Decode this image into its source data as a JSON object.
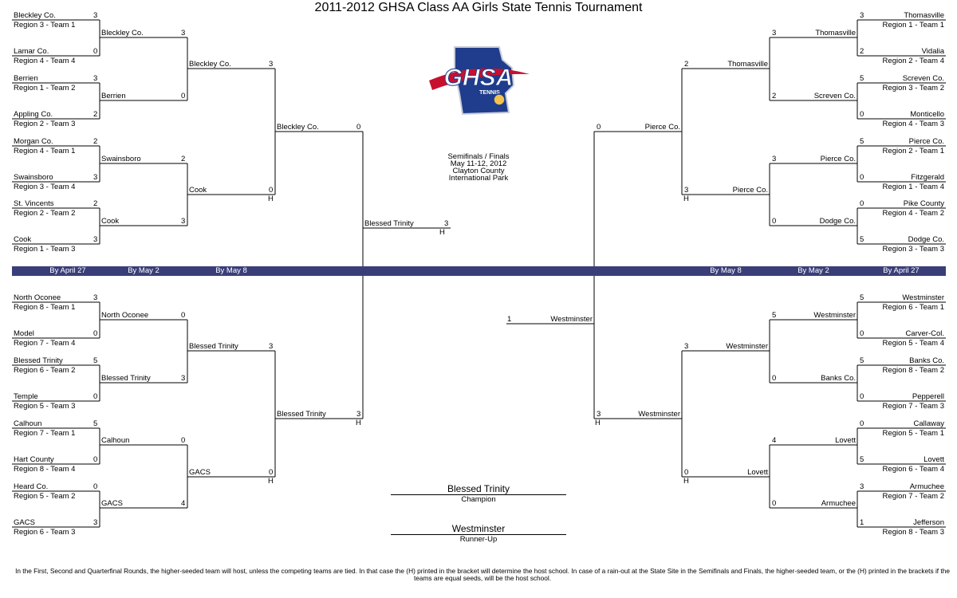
{
  "title": "2011-2012 GHSA Class AA Girls State Tennis Tournament",
  "logo": {
    "text": "GHSA",
    "subtext": "TENNIS",
    "primary_color": "#1f3d8c",
    "accent_color": "#c8102e",
    "gold_color": "#f2c14e"
  },
  "semifinals_info": [
    "Semifinals / Finals",
    "May 11-12, 2012",
    "Clayton County",
    "International Park"
  ],
  "dates_band": {
    "left": [
      "By April 27",
      "By May 2",
      "By May 8"
    ],
    "right": [
      "By May 8",
      "By May 2",
      "By April 27"
    ]
  },
  "host_mark": "H",
  "left_top": {
    "r1": [
      {
        "team": "Bleckley Co.",
        "seed": "Region 3 - Team 1",
        "score": "3"
      },
      {
        "team": "Lamar Co.",
        "seed": "Region 4 - Team 4",
        "score": "0"
      },
      {
        "team": "Berrien",
        "seed": "Region 1 - Team 2",
        "score": "3"
      },
      {
        "team": "Appling Co.",
        "seed": "Region 2 - Team 3",
        "score": "2"
      },
      {
        "team": "Morgan Co.",
        "seed": "Region 4 - Team 1",
        "score": "2"
      },
      {
        "team": "Swainsboro",
        "seed": "Region 3 - Team 4",
        "score": "3"
      },
      {
        "team": "St. Vincents",
        "seed": "Region 2 - Team 2",
        "score": "2"
      },
      {
        "team": "Cook",
        "seed": "Region 1 - Team 3",
        "score": "3"
      }
    ],
    "r2": [
      {
        "team": "Bleckley Co.",
        "score": "3"
      },
      {
        "team": "Berrien",
        "score": "0"
      },
      {
        "team": "Swainsboro",
        "score": "2"
      },
      {
        "team": "Cook",
        "score": "3"
      }
    ],
    "qf": [
      {
        "team": "Bleckley Co.",
        "score": "3"
      },
      {
        "team": "Cook",
        "score": "0"
      }
    ],
    "sf": {
      "team": "Bleckley Co.",
      "score": "0"
    }
  },
  "left_bottom": {
    "r1": [
      {
        "team": "North Oconee",
        "seed": "Region 8 - Team 1",
        "score": "3"
      },
      {
        "team": "Model",
        "seed": "Region 7 - Team 4",
        "score": "0"
      },
      {
        "team": "Blessed Trinity",
        "seed": "Region 6 - Team 2",
        "score": "5"
      },
      {
        "team": "Temple",
        "seed": "Region 5 - Team 3",
        "score": "0"
      },
      {
        "team": "Calhoun",
        "seed": "Region 7 - Team 1",
        "score": "5"
      },
      {
        "team": "Hart County",
        "seed": "Region 8 - Team 4",
        "score": "0"
      },
      {
        "team": "Heard Co.",
        "seed": "Region 5 - Team 2",
        "score": "0"
      },
      {
        "team": "GACS",
        "seed": "Region 6 - Team 3",
        "score": "3"
      }
    ],
    "r2": [
      {
        "team": "North Oconee",
        "score": "0"
      },
      {
        "team": "Blessed Trinity",
        "score": "3"
      },
      {
        "team": "Calhoun",
        "score": "0"
      },
      {
        "team": "GACS",
        "score": "4"
      }
    ],
    "qf": [
      {
        "team": "Blessed Trinity",
        "score": "3"
      },
      {
        "team": "GACS",
        "score": "0"
      }
    ],
    "sf": {
      "team": "Blessed Trinity",
      "score": "3"
    }
  },
  "right_top": {
    "r1": [
      {
        "team": "Thomasville",
        "seed": "Region 1 - Team 1",
        "score": "3"
      },
      {
        "team": "Vidalia",
        "seed": "Region 2 - Team 4",
        "score": "2"
      },
      {
        "team": "Screven Co.",
        "seed": "Region 3 - Team 2",
        "score": "5"
      },
      {
        "team": "Monticello",
        "seed": "Region 4 - Team 3",
        "score": "0"
      },
      {
        "team": "Pierce Co.",
        "seed": "Region 2 - Team 1",
        "score": "5"
      },
      {
        "team": "Fitzgerald",
        "seed": "Region 1 - Team 4",
        "score": "0"
      },
      {
        "team": "Pike County",
        "seed": "Region 4 - Team 2",
        "score": "0"
      },
      {
        "team": "Dodge Co.",
        "seed": "Region 3 - Team 3",
        "score": "5"
      }
    ],
    "r2": [
      {
        "team": "Thomasville",
        "score": "3"
      },
      {
        "team": "Screven Co.",
        "score": "2"
      },
      {
        "team": "Pierce Co.",
        "score": "3"
      },
      {
        "team": "Dodge Co.",
        "score": "0"
      }
    ],
    "qf": [
      {
        "team": "Thomasville",
        "score": "2"
      },
      {
        "team": "Pierce Co.",
        "score": "3"
      }
    ],
    "sf": {
      "team": "Pierce Co.",
      "score": "0"
    }
  },
  "right_bottom": {
    "r1": [
      {
        "team": "Westminster",
        "seed": "Region 6 - Team 1",
        "score": "5"
      },
      {
        "team": "Carver-Col.",
        "seed": "Region 5 - Team 4",
        "score": "0"
      },
      {
        "team": "Banks Co.",
        "seed": "Region 8 - Team 2",
        "score": "5"
      },
      {
        "team": "Pepperell",
        "seed": "Region 7 - Team 3",
        "score": "0"
      },
      {
        "team": "Callaway",
        "seed": "Region 5 - Team 1",
        "score": "0"
      },
      {
        "team": "Lovett",
        "seed": "Region 6 - Team 4",
        "score": "5"
      },
      {
        "team": "Armuchee",
        "seed": "Region 7 - Team 2",
        "score": "3"
      },
      {
        "team": "Jefferson",
        "seed": "Region 8 - Team 3",
        "score": "1"
      }
    ],
    "r2": [
      {
        "team": "Westminster",
        "score": "5"
      },
      {
        "team": "Banks Co.",
        "score": "0"
      },
      {
        "team": "Lovett",
        "score": "4"
      },
      {
        "team": "Armuchee",
        "score": "0"
      }
    ],
    "qf": [
      {
        "team": "Westminster",
        "score": "3"
      },
      {
        "team": "Lovett",
        "score": "0"
      }
    ],
    "sf": {
      "team": "Westminster",
      "score": "3"
    }
  },
  "finals": {
    "left": {
      "team": "Blessed Trinity",
      "score": "3"
    },
    "right": {
      "team": "Westminster",
      "score": "1"
    }
  },
  "champion": {
    "name": "Blessed Trinity",
    "label": "Champion"
  },
  "runner_up": {
    "name": "Westminster",
    "label": "Runner-Up"
  },
  "footnote": "In the First, Second and Quarterfinal Rounds, the higher-seeded team will host, unless the competing teams are tied.  In that case the (H) printed in the bracket will determine the host school.  In case of a rain-out at the State Site in the Semifinals and Finals, the higher-seeded team, or the (H) printed in the brackets if the teams are equal seeds, will be the host school."
}
